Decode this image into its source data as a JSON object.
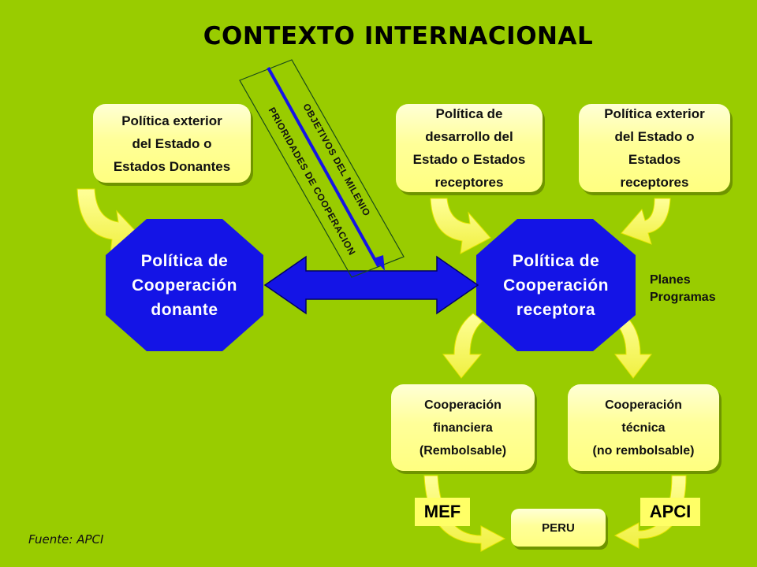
{
  "title": "CONTEXTO INTERNACIONAL",
  "donor_policy": [
    "Política exterior",
    "del Estado o",
    "Estados Donantes"
  ],
  "dev_policy": [
    "Política de",
    "desarrollo del",
    "Estado o Estados",
    "receptores"
  ],
  "recipient_foreign_policy": [
    "Política exterior",
    "del Estado o",
    "Estados",
    "receptores"
  ],
  "donor_cooperation": [
    "Política de",
    "Cooperación",
    "donante"
  ],
  "recipient_cooperation": [
    "Política de",
    "Cooperación",
    "receptora"
  ],
  "plans": [
    "Planes",
    "Programas"
  ],
  "financial": [
    "Cooperación",
    "financiera",
    "(Rembolsable)"
  ],
  "technical": [
    "Cooperación",
    "técnica",
    "(no rembolsable)"
  ],
  "band": {
    "top": "OBJETIVOS DEL MILENIO",
    "bottom": "PRIORIDADES DE COOPERACION"
  },
  "mef": "MEF",
  "apci": "APCI",
  "peru": "PERU",
  "source": "Fuente: APCI",
  "colors": {
    "background": "#99cc00",
    "octagon": "#1414e6",
    "box": "#ffff99",
    "tag": "#ffff66"
  }
}
